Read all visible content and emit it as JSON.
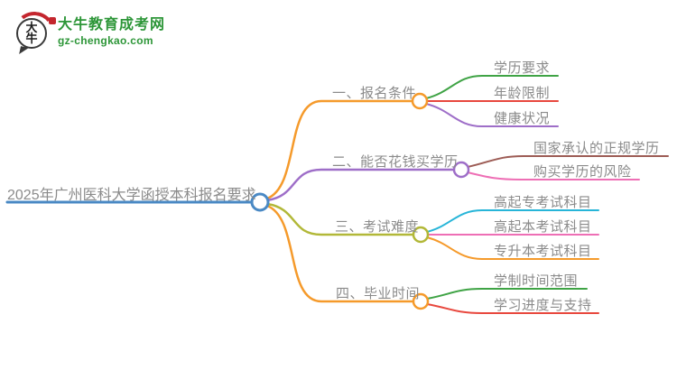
{
  "logo": {
    "icon_char_top": "大",
    "icon_char_bottom": "牛",
    "title": "大牛教育成考网",
    "url": "gz-chengkao.com"
  },
  "colors": {
    "brand_green": "#2d9638",
    "brand_red": "#c4262e",
    "topic_text": "#8b8b8b"
  },
  "mindmap": {
    "root": {
      "label": "2025年广州医科大学函授本科报名要求",
      "color": "#4a89c4"
    },
    "branches": [
      {
        "label": "一、报名条件",
        "color": "#f59a2b",
        "children": [
          {
            "label": "学历要求",
            "color": "#3fa345"
          },
          {
            "label": "年龄限制",
            "color": "#e8483e"
          },
          {
            "label": "健康状况",
            "color": "#9e6ec8"
          }
        ]
      },
      {
        "label": "二、能否花钱买学历",
        "color": "#9e6ec8",
        "children": [
          {
            "label": "国家承认的正规学历",
            "color": "#9d5c55"
          },
          {
            "label": "购买学历的风险",
            "color": "#ee6fb5"
          }
        ]
      },
      {
        "label": "三、考试难度",
        "color": "#b2b838",
        "children": [
          {
            "label": "高起专考试科目",
            "color": "#27b5d8"
          },
          {
            "label": "高起本考试科目",
            "color": "#ee6fb5"
          },
          {
            "label": "专升本考试科目",
            "color": "#f59a2b"
          }
        ]
      },
      {
        "label": "四、毕业时间",
        "color": "#f59a2b",
        "children": [
          {
            "label": "学制时间范围",
            "color": "#3fa345"
          },
          {
            "label": "学习进度与支持",
            "color": "#e8483e"
          }
        ]
      }
    ]
  }
}
